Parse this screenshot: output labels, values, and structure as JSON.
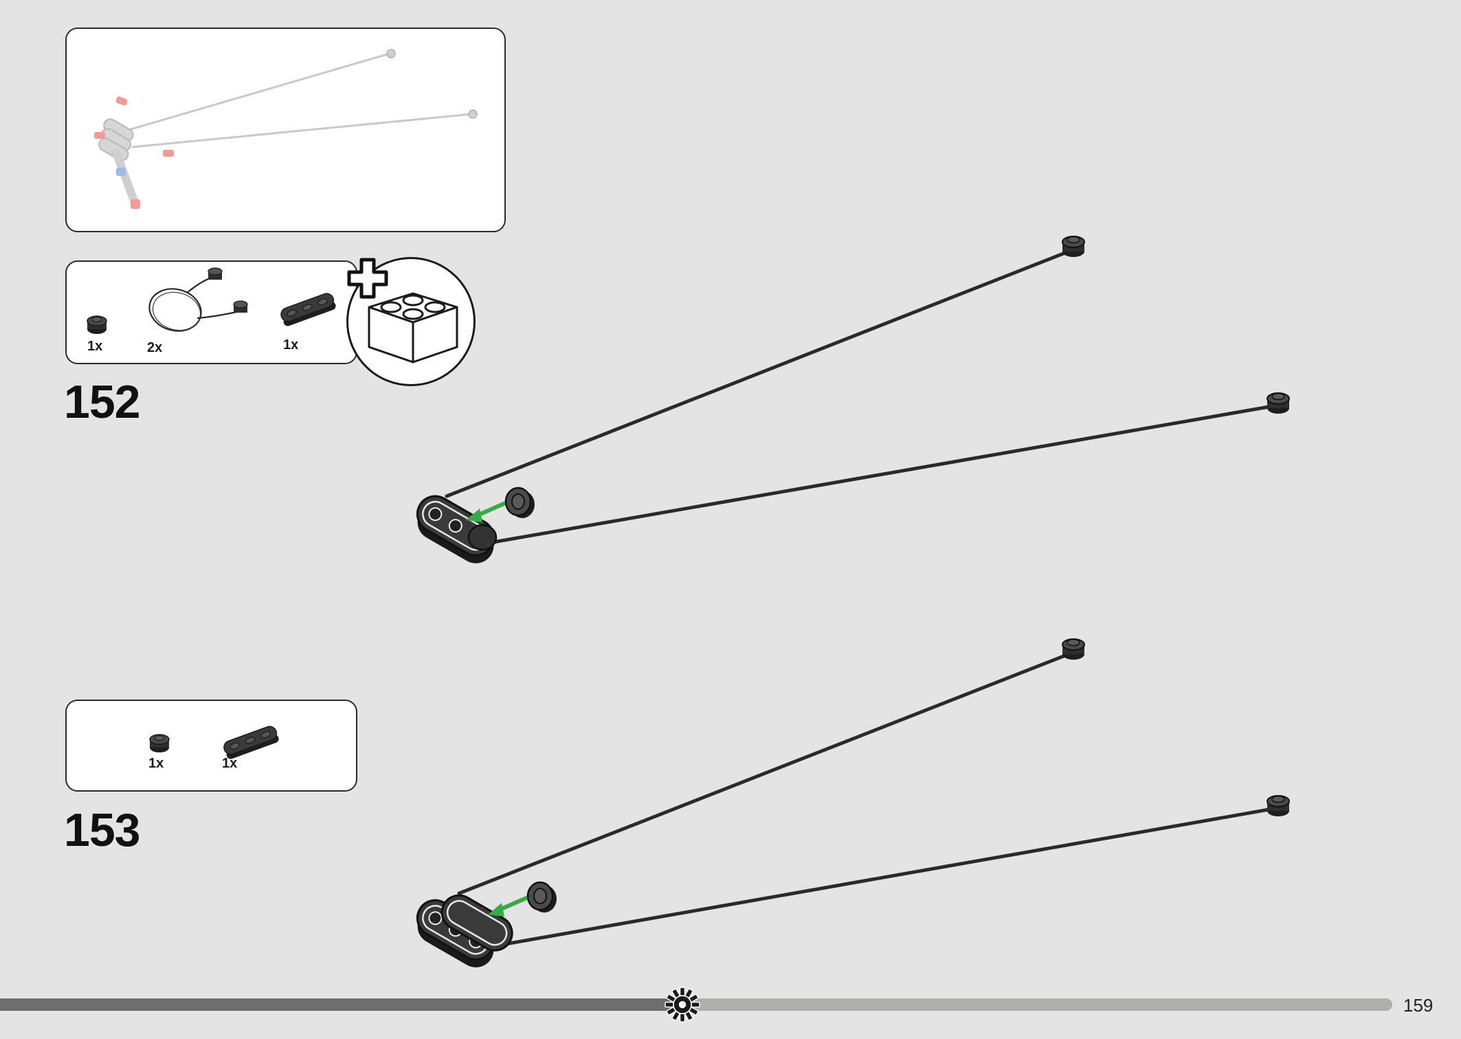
{
  "steps": [
    {
      "number": "152",
      "parts": [
        {
          "qty": "1x",
          "part": "round-plate-icon"
        },
        {
          "qty": "2x",
          "part": "string-with-studs-icon"
        },
        {
          "qty": "1x",
          "part": "plate-1x3-icon"
        }
      ],
      "callout_icon": "extra-brick-icon"
    },
    {
      "number": "153",
      "parts": [
        {
          "qty": "1x",
          "part": "round-plate-icon"
        },
        {
          "qty": "1x",
          "part": "plate-1x3-icon"
        }
      ]
    }
  ],
  "footer": {
    "page_number": "159",
    "progress": 0.49,
    "progress_icon": "gear-icon"
  },
  "colors": {
    "background": "#e4e4e4",
    "part_dark": "#2e2e2e",
    "arrow": "#3aaa48",
    "progress_done": "#6e6e6e",
    "progress_remaining": "#b0aeab",
    "faded_model": "#c8c8c8",
    "accent_red": "#e05555",
    "accent_blue": "#5b8fd8"
  }
}
